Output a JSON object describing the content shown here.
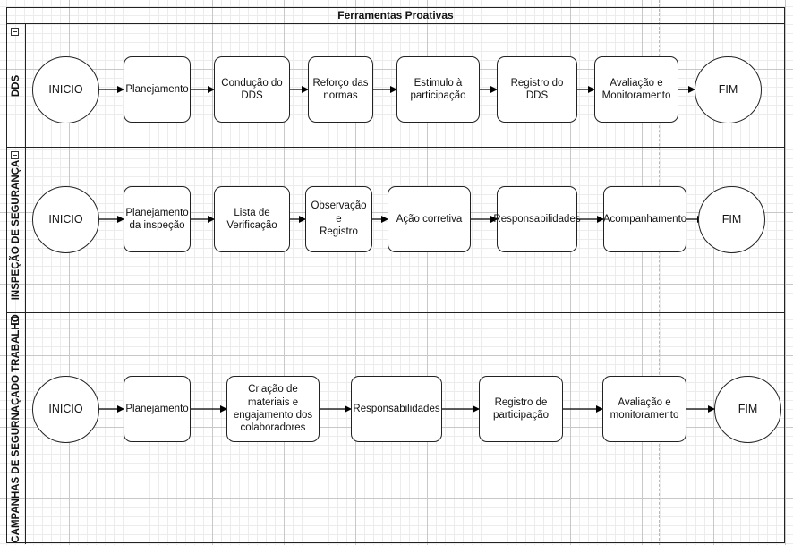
{
  "pool": {
    "title": "Ferramentas Proativas"
  },
  "lanes": [
    {
      "label": "DDS",
      "nodes": [
        "INICIO",
        "Planejamento",
        "Condução do\nDDS",
        "Reforço das\nnormas",
        "Estimulo à\nparticipação",
        "Registro do DDS",
        "Avaliação e\nMonitoramento",
        "FIM"
      ]
    },
    {
      "label": "INSPEÇÃO DE SEGURANÇA",
      "nodes": [
        "INICIO",
        "Planejamento\nda inspeção",
        "Lista de\nVerificação",
        "Observação e\nRegistro",
        "Ação corretiva",
        "Responsabilidades",
        "Acompanhamento",
        "FIM"
      ]
    },
    {
      "label": "CAMPANHAS DE SEGURNAÇADO TRABALHO",
      "nodes": [
        "INICIO",
        "Planejamento",
        "Criação de\nmateriais e\nengajamento dos\ncolaboradores",
        "Responsabilidades",
        "Registro de\nparticipação",
        "Avaliação e\nmonitoramento",
        "FIM"
      ]
    }
  ]
}
